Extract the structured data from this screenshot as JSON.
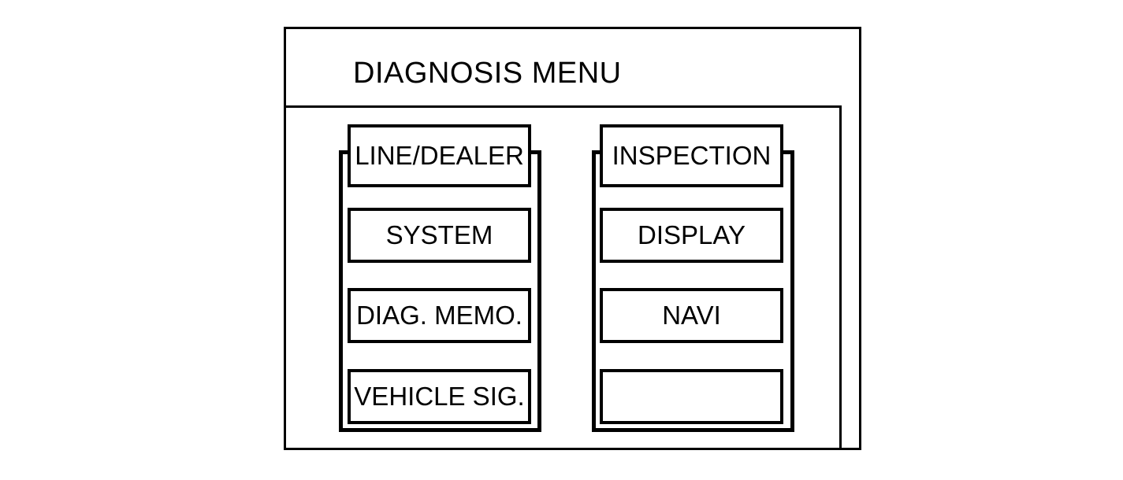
{
  "window": {
    "title": "DIAGNOSIS MENU"
  },
  "colors": {
    "line": "#000000",
    "background": "#ffffff",
    "text": "#000000"
  },
  "menu": {
    "columns": [
      {
        "name": "left-column",
        "items": [
          {
            "label": "LINE/DEALER",
            "empty": false
          },
          {
            "label": "SYSTEM",
            "empty": false
          },
          {
            "label": "DIAG. MEMO.",
            "empty": false
          },
          {
            "label": "VEHICLE SIG.",
            "empty": false
          }
        ]
      },
      {
        "name": "right-column",
        "items": [
          {
            "label": "INSPECTION",
            "empty": false
          },
          {
            "label": "DISPLAY",
            "empty": false
          },
          {
            "label": "NAVI",
            "empty": false
          },
          {
            "label": "",
            "empty": true
          }
        ]
      }
    ]
  }
}
